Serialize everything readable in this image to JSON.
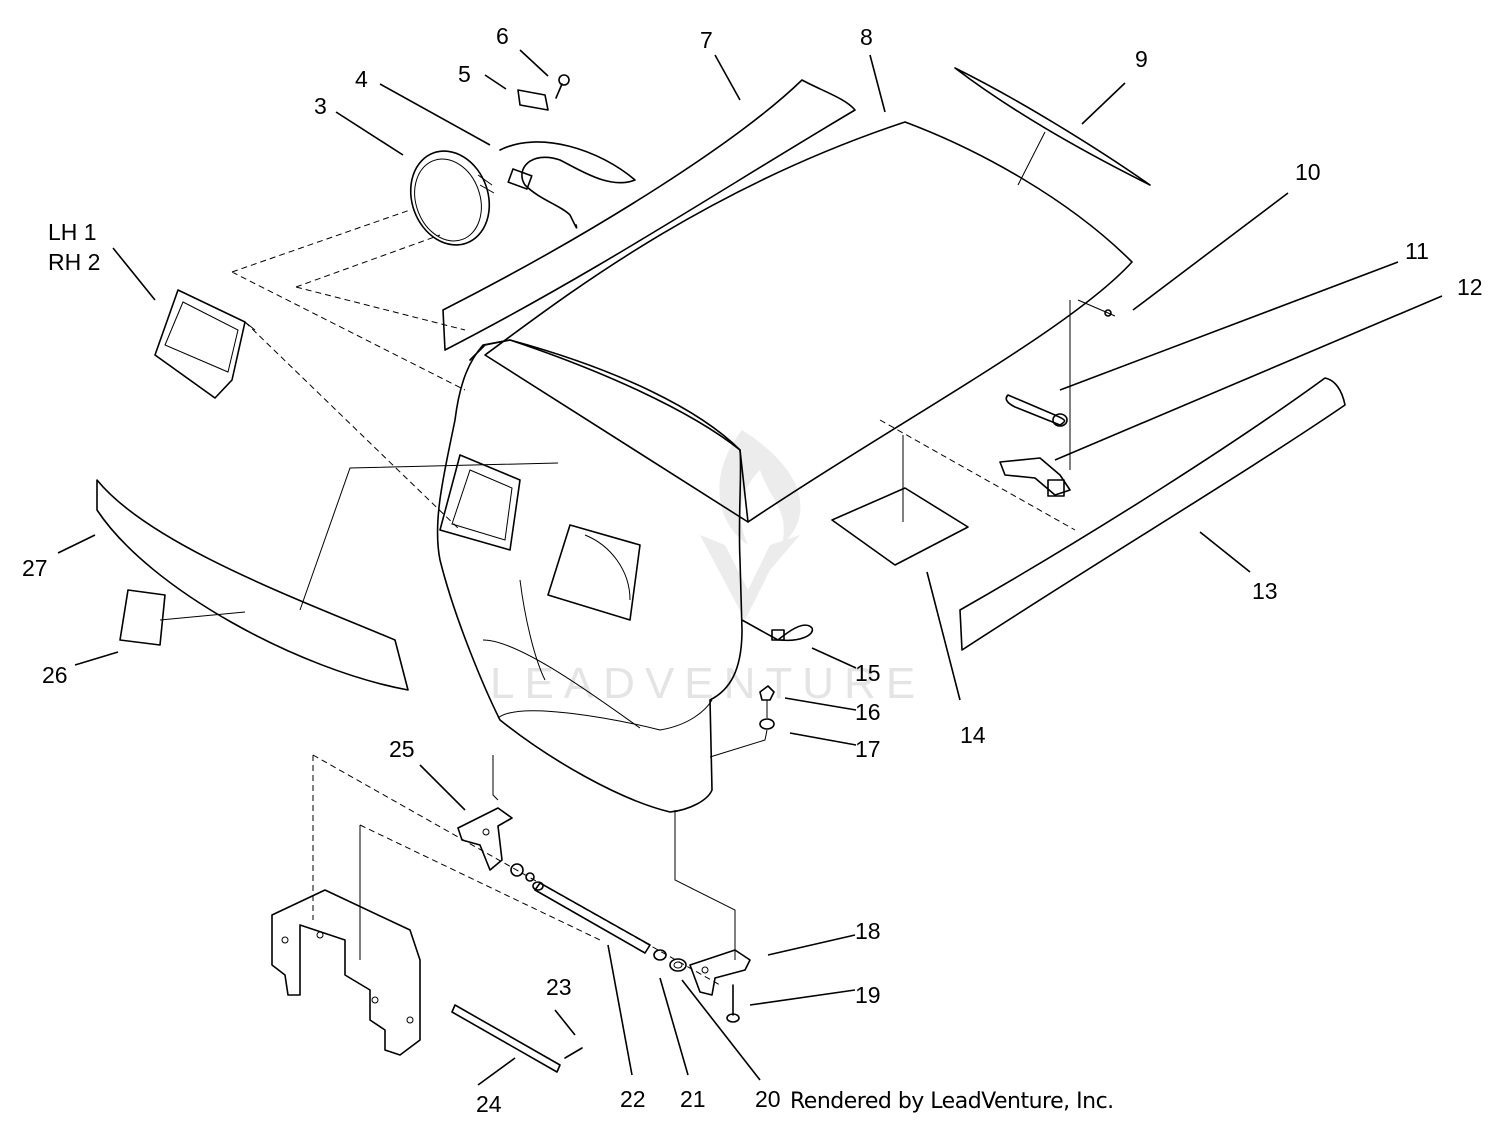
{
  "callouts": {
    "c1": "LH 1",
    "c2": "RH 2",
    "c3": "3",
    "c4": "4",
    "c5": "5",
    "c6": "6",
    "c7": "7",
    "c8": "8",
    "c9": "9",
    "c10": "10",
    "c11": "11",
    "c12": "12",
    "c13": "13",
    "c14": "14",
    "c15": "15",
    "c16": "16",
    "c17": "17",
    "c18": "18",
    "c19": "19",
    "c20": "20",
    "c21": "21",
    "c22": "22",
    "c23": "23",
    "c24": "24",
    "c25": "25",
    "c26": "26",
    "c27": "27"
  },
  "watermark": "LEADVENTURE",
  "credit": "Rendered by LeadVenture, Inc."
}
